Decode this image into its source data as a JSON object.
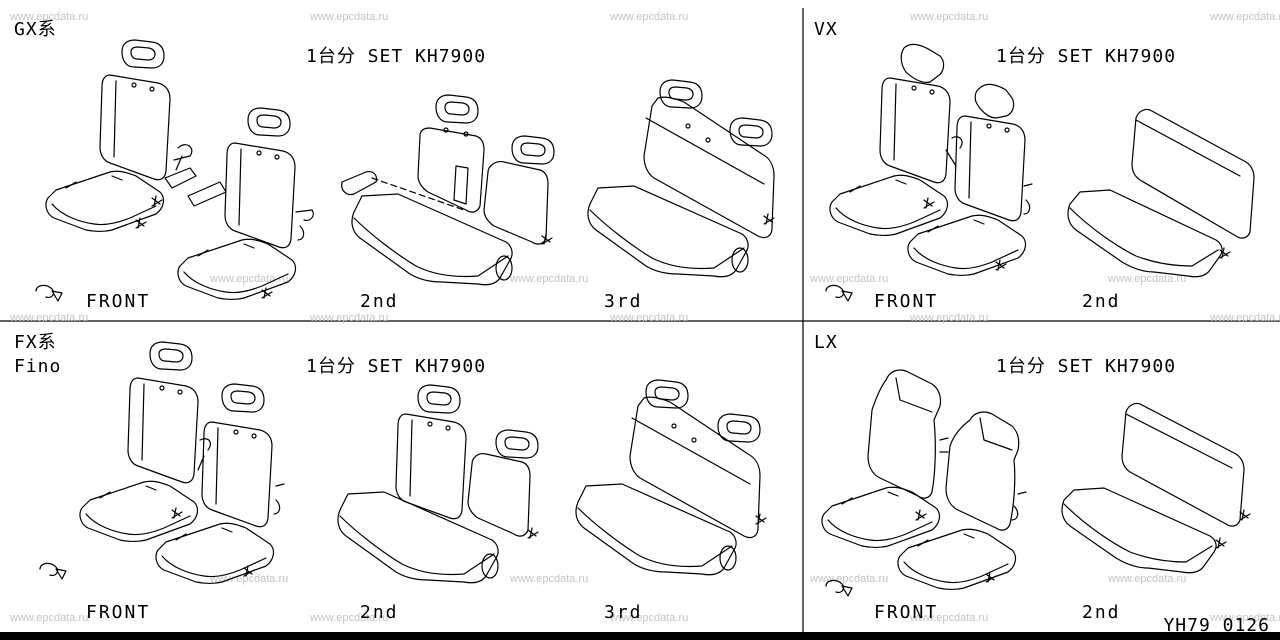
{
  "watermark": "www.epcdata.ru",
  "diagram_code": "YH79 0126",
  "panels": [
    {
      "id": "gx",
      "labels": [
        "GX系"
      ],
      "set_text": "1台分 SET KH7900",
      "captions": [
        "FRONT",
        "2nd",
        "3rd"
      ]
    },
    {
      "id": "vx",
      "labels": [
        "VX"
      ],
      "set_text": "1台分 SET KH7900",
      "captions": [
        "FRONT",
        "2nd"
      ]
    },
    {
      "id": "fx",
      "labels": [
        "FX系",
        "Fino"
      ],
      "set_text": "1台分 SET KH7900",
      "captions": [
        "FRONT",
        "2nd",
        "3rd"
      ]
    },
    {
      "id": "lx",
      "labels": [
        "LX"
      ],
      "set_text": "1台分 SET KH7900",
      "captions": [
        "FRONT",
        "2nd"
      ]
    }
  ]
}
